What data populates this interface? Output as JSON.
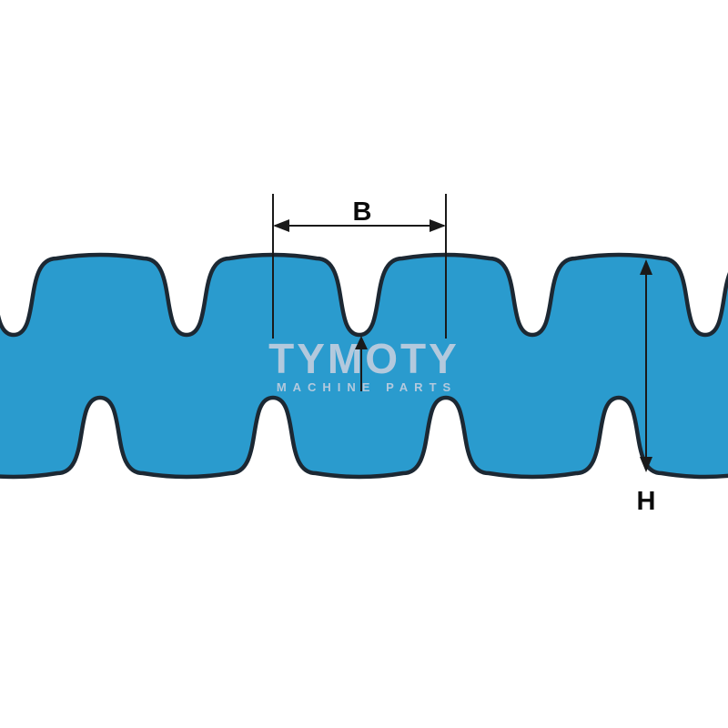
{
  "diagram": {
    "type": "double-sided-timing-belt-profile",
    "labels": {
      "b": "B",
      "h": "H"
    },
    "watermark": {
      "title": "TYMOTY",
      "subtitle": "MACHINE PARTS"
    },
    "colors": {
      "belt_fill": "#2A9BCE",
      "belt_outline": "#1c2833",
      "dimension": "#1a1a1a",
      "watermark": "#c7d0e0"
    }
  }
}
